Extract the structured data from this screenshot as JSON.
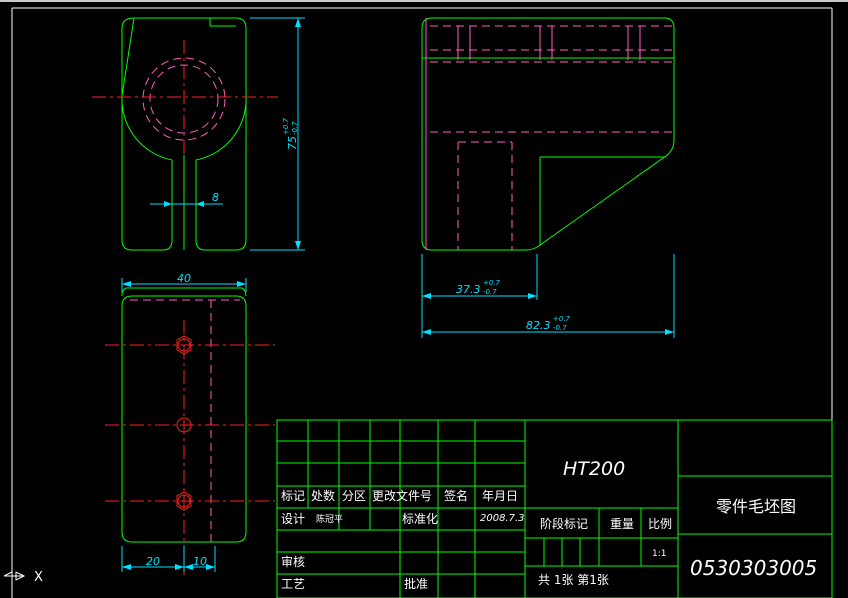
{
  "dimensions": {
    "height_75": "75",
    "height_75_tol_upper": "+0.7",
    "height_75_tol_lower": "-0.7",
    "width_8": "8",
    "width_40": "40",
    "width_20": "20",
    "width_10": "10",
    "dim_37_3": "37.3",
    "dim_37_3_tol_upper": "+0.7",
    "dim_37_3_tol_lower": "-0.7",
    "dim_82_3": "82.3",
    "dim_82_3_tol_upper": "+0.7",
    "dim_82_3_tol_lower": "-0.7"
  },
  "title_block": {
    "material": "HT200",
    "drawing_title": "零件毛坯图",
    "drawing_number": "0530303005",
    "row_labels": {
      "mark": "标记",
      "count": "处数",
      "zone": "分区",
      "change_doc": "更改文件号",
      "signature": "签名",
      "date": "年月日"
    },
    "design_label": "设计",
    "designer_name": "陈冠平",
    "standardize_label": "标准化",
    "design_date": "2008.7.3",
    "stage_mark_label": "阶段标记",
    "weight_label": "重量",
    "scale_label": "比例",
    "scale_value": "1:1",
    "review_label": "审核",
    "process_label": "工艺",
    "approve_label": "批准",
    "sheets": "共 1张 第1张"
  },
  "ucs": {
    "axis_x": "X"
  }
}
